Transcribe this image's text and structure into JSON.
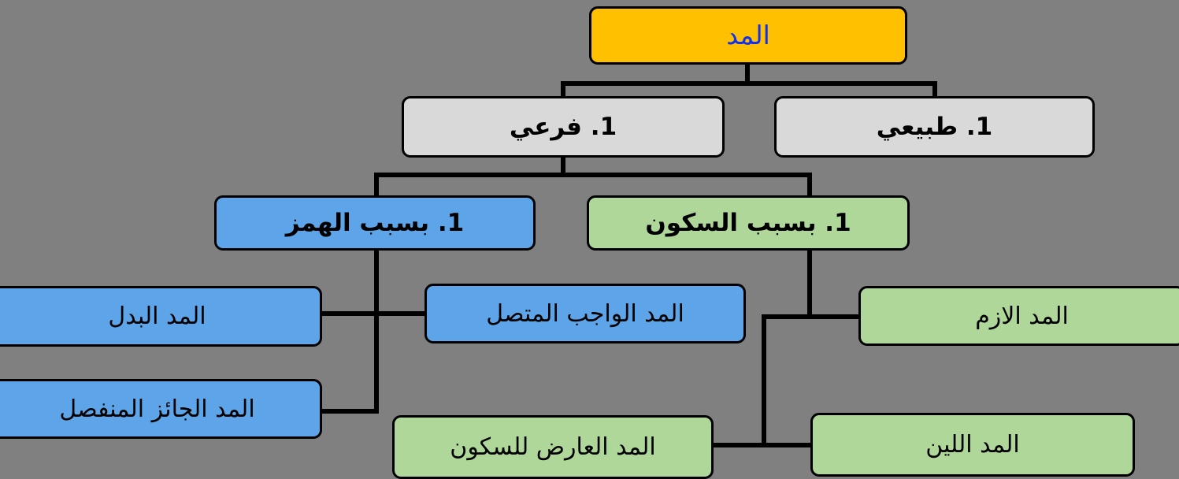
{
  "diagram": {
    "title": "المد",
    "type": "tree-chart",
    "background_color": "#808080",
    "border_color": "#000000",
    "colors": {
      "root": "#FFC000",
      "root_text": "#1030F0",
      "level2": "#D9D9D9",
      "branch_hamz": "#5DA5E8",
      "branch_sukoon": "#AFD79A"
    }
  },
  "nodes": {
    "root": {
      "label": "المد"
    },
    "level2": [
      {
        "label": "1. فرعي"
      },
      {
        "label": "1. طبيعي"
      }
    ],
    "level3": [
      {
        "label": "1. بسبب الهمز"
      },
      {
        "label": "1. بسبب السكون"
      }
    ],
    "leaves_hamz": [
      {
        "label": "المد البدل"
      },
      {
        "label": "المد الواجب المتصل"
      },
      {
        "label": "المد الجائز المنفصل"
      }
    ],
    "leaves_sukoon": [
      {
        "label": "المد الازم"
      },
      {
        "label": "المد العارض للسكون"
      },
      {
        "label": "المد اللين"
      }
    ]
  }
}
